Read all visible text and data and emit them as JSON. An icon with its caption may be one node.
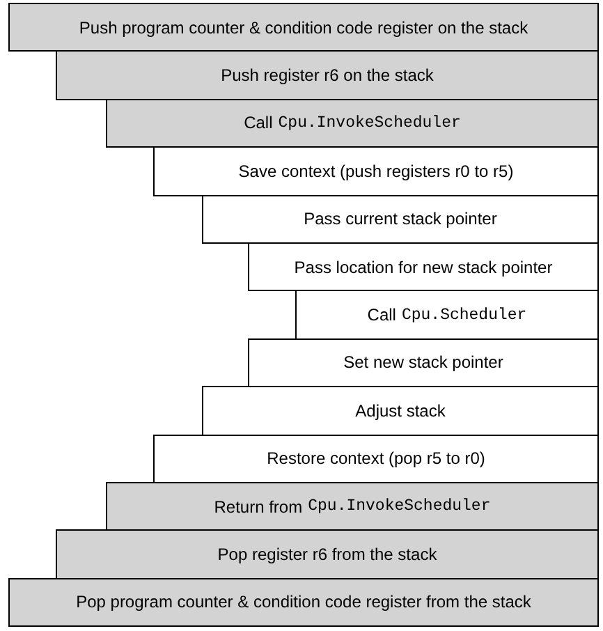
{
  "diagram": {
    "nodes": [
      {
        "text": [
          "Push program counter & condition code register on the stack"
        ]
      },
      {
        "text": [
          "Push register r6 on the stack"
        ]
      },
      {
        "text": [
          "Call",
          "Cpu.InvokeScheduler"
        ]
      },
      {
        "text": [
          "Save context (push registers r0 to r5)"
        ]
      },
      {
        "text": [
          "Pass current stack pointer"
        ]
      },
      {
        "text": [
          "Pass location for new stack pointer"
        ]
      },
      {
        "text": [
          "Call",
          "Cpu.Scheduler"
        ]
      },
      {
        "text": [
          "Set new stack pointer"
        ]
      },
      {
        "text": [
          "Adjust stack"
        ]
      },
      {
        "text": [
          "Restore context (pop r5 to r0)"
        ]
      },
      {
        "text": [
          "Return from",
          "Cpu.InvokeScheduler"
        ]
      },
      {
        "text": [
          "Pop register r6 from the stack"
        ]
      },
      {
        "text": [
          "Pop program counter & condition code register from the stack"
        ]
      }
    ]
  }
}
